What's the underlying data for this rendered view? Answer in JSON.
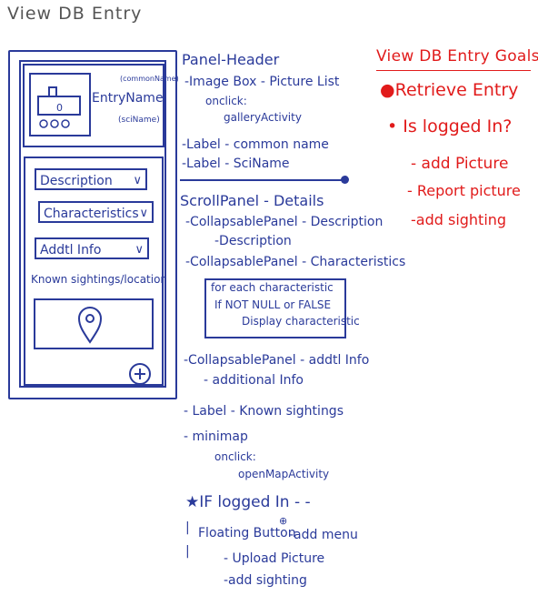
{
  "page": {
    "title": "View DB Entry"
  },
  "mockup": {
    "common_name": "(commonName)",
    "entry_name": "EntryName",
    "sci_name": "(sciName)",
    "description_label": "Description",
    "characteristics_label": "Characteristics",
    "addtl_info_label": "Addtl Info",
    "known_sightings_label": "Known sightings/location"
  },
  "notes": {
    "panel_header": "Panel-Header",
    "image_box": "-Image Box - Picture List",
    "onclick_1": "onclick:",
    "gallery_activity": "galleryActivity",
    "label_common": "-Label - common name",
    "label_sci": "-Label - SciName",
    "scroll_panel": "ScrollPanel - Details",
    "coll_description": "-CollapsablePanel - Description",
    "description": "-Description",
    "coll_characteristics": "-CollapsablePanel - Characteristics",
    "for_each": "for each characteristic",
    "if_not_null": "If NOT NULL or FALSE",
    "display_char": "Display characteristic",
    "coll_addtl": "-CollapsablePanel - addtl Info",
    "additional_info": "- additional Info",
    "label_known": "- Label - Known sightings",
    "minimap": "- minimap",
    "onclick_2": "onclick:",
    "open_map": "openMapActivity",
    "if_logged": "★IF logged In - -",
    "floating_button": "Floating Button",
    "plus_glyph": "⊕",
    "add_menu": "-add menu",
    "upload_picture": "- Upload Picture",
    "add_sighting": "-add sighting"
  },
  "goals": {
    "title": "View DB Entry Goals",
    "items": [
      {
        "text": "Retrieve Entry",
        "bullet": "●"
      },
      {
        "text": "Is logged In?",
        "bullet": "•"
      }
    ],
    "sub_items": [
      "- add Picture",
      "- Report picture",
      "-add sighting"
    ]
  },
  "colors": {
    "ink_blue": "#2a3a9a",
    "ink_red": "#e11b1b",
    "title_gray": "#555555"
  }
}
